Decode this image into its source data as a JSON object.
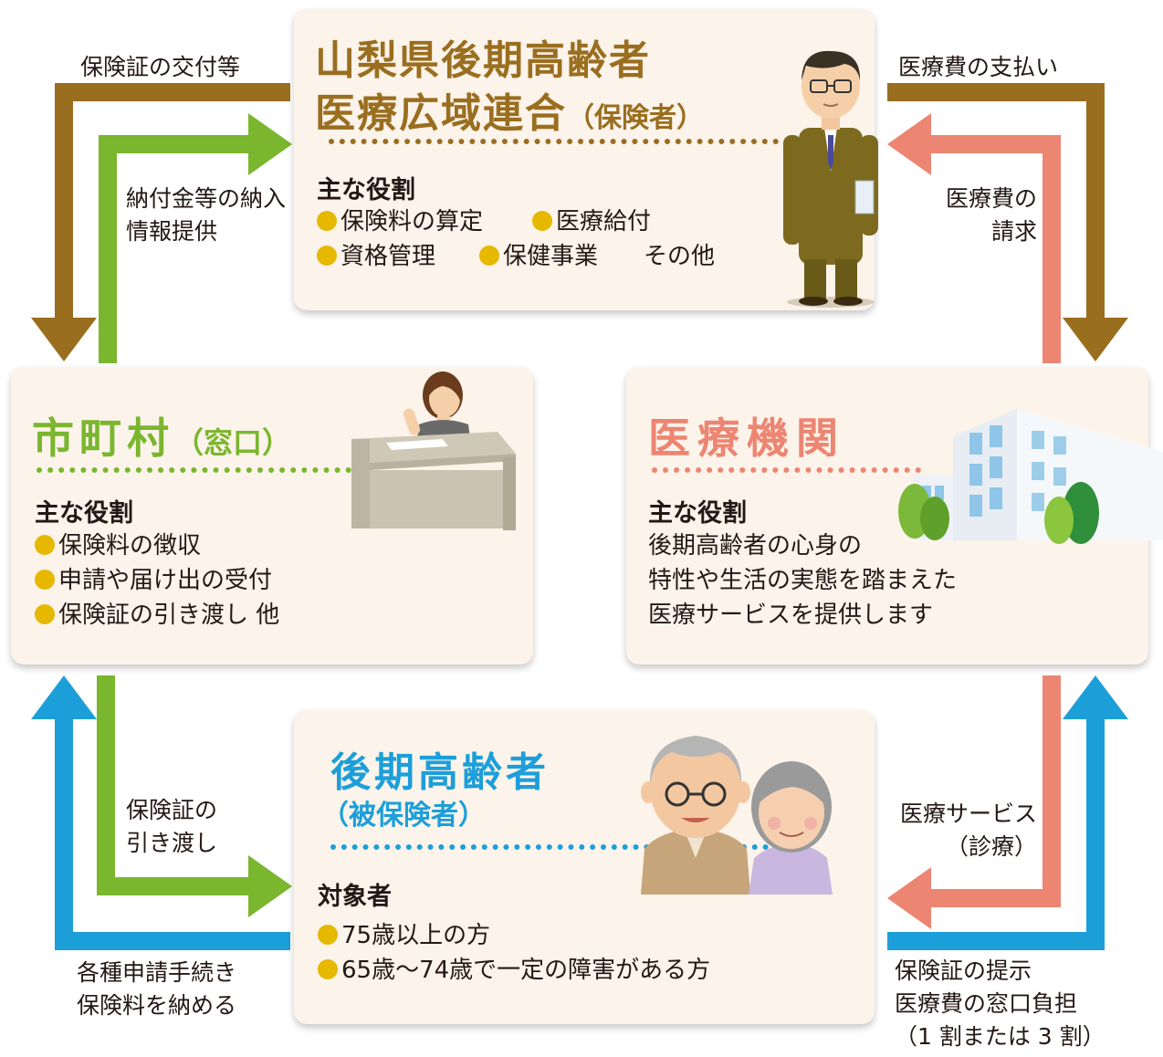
{
  "union": {
    "title_line1": "山梨県後期高齢者",
    "title_line2": "医療広域連合",
    "title_suffix": "（保険者）",
    "role_heading": "主な役割",
    "roles": [
      "保険料の算定",
      "医療給付",
      "資格管理",
      "保健事業",
      "その他"
    ]
  },
  "municipality": {
    "title": "市町村",
    "title_suffix": "（窓口）",
    "role_heading": "主な役割",
    "roles": [
      "保険料の徴収",
      "申請や届け出の受付",
      "保険証の引き渡し 他"
    ]
  },
  "medical": {
    "title": "医療機関",
    "role_heading": "主な役割",
    "desc": [
      "後期高齢者の心身の",
      "特性や生活の実態を踏まえた",
      "医療サービスを提供します"
    ]
  },
  "elderly": {
    "title": "後期高齢者",
    "title_suffix": "（被保険者）",
    "target_heading": "対象者",
    "targets": [
      "75歳以上の方",
      "65歳～74歳で一定の障害がある方"
    ]
  },
  "arrows": {
    "issue_card": "保険証の交付等",
    "payment_info": [
      "納付金等の納入",
      "情報提供"
    ],
    "medical_payment": "医療費の支払い",
    "medical_claim": [
      "医療費の",
      "請求"
    ],
    "card_handover": [
      "保険証の",
      "引き渡し"
    ],
    "applications": [
      "各種申請手続き",
      "保険料を納める"
    ],
    "medical_service": [
      "医療サービス",
      "（診療）"
    ],
    "card_present": [
      "保険証の提示",
      "医療費の窓口負担",
      "（1 割または 3 割）"
    ]
  },
  "colors": {
    "brown": "#9a6e1f",
    "green": "#7ab62e",
    "salmon": "#ec8572",
    "blue": "#1c9fd9",
    "bullet": "#e6b800",
    "box_bg": "#fcf3ea"
  },
  "illustrations": [
    "official-icon",
    "clerk-desk-icon",
    "hospital-building-icon",
    "elderly-couple-icon"
  ]
}
